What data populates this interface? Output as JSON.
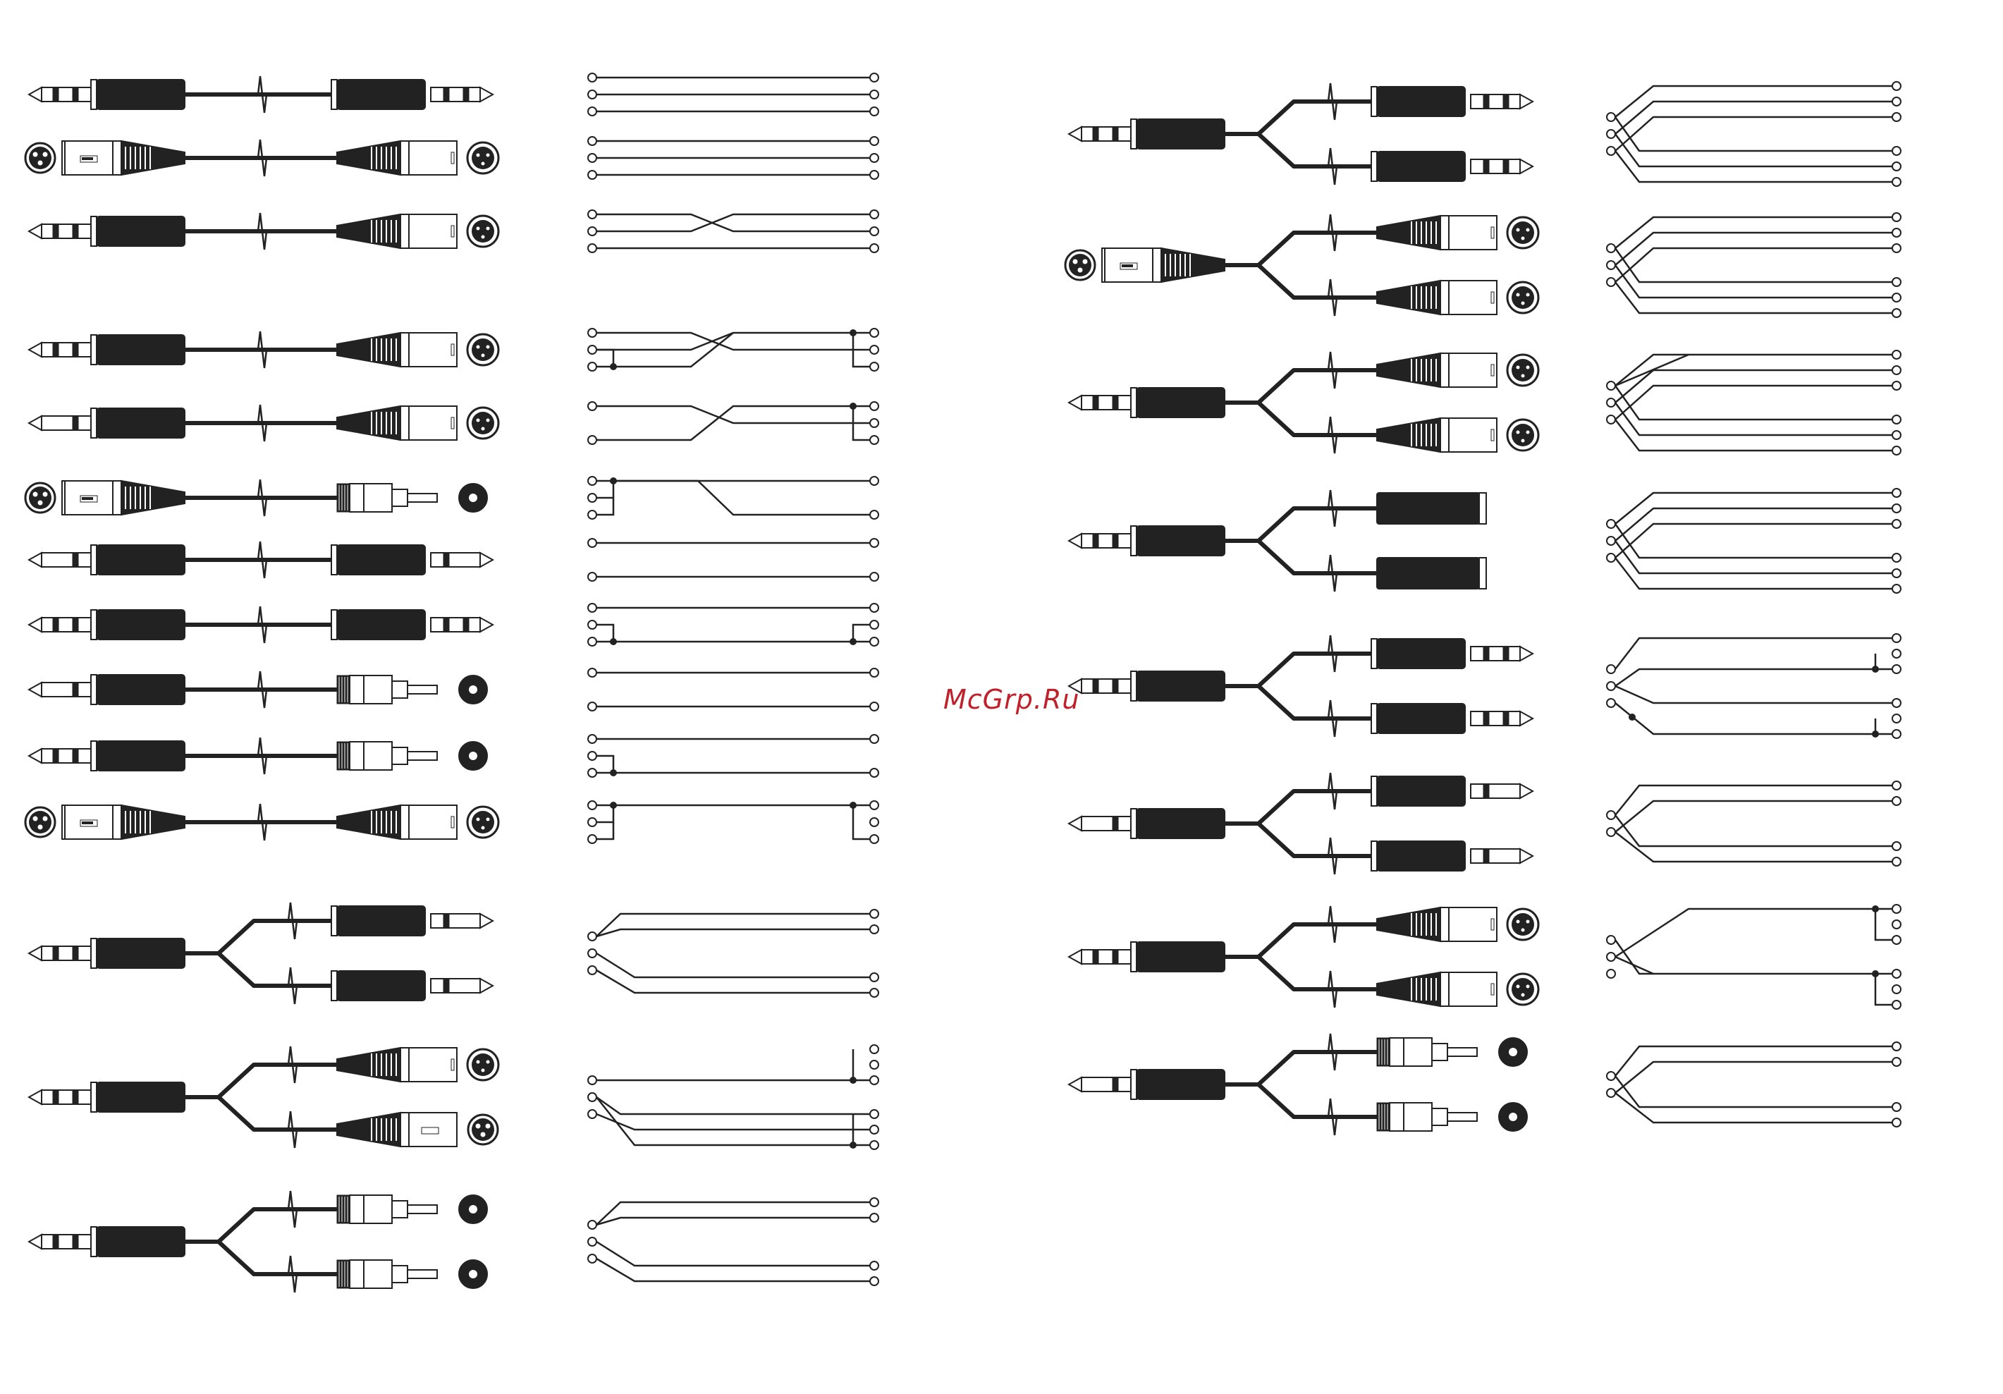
{
  "watermark": {
    "text": "McGrp.Ru",
    "color": "#c0202a"
  },
  "colors": {
    "ink": "#222222",
    "paper": "#ffffff"
  },
  "cables": [
    {
      "id": "s1",
      "layout": "straight",
      "src": "trs",
      "dst": "trs",
      "wiring": "straight3"
    },
    {
      "id": "s2",
      "layout": "straight",
      "src": "xlrf",
      "dst": "xlrm",
      "wiring": "straight3"
    },
    {
      "id": "s3",
      "layout": "straight",
      "src": "trs",
      "dst": "xlrm",
      "wiring": "cross3"
    },
    {
      "id": "s4",
      "layout": "straight",
      "src": "trs",
      "dst": "xlrm",
      "wiring": "crossBridge3"
    },
    {
      "id": "s5",
      "layout": "straight",
      "src": "ts",
      "dst": "xlrm",
      "wiring": "ts-cross3"
    },
    {
      "id": "s6",
      "layout": "straight",
      "src": "xlrf",
      "dst": "rca",
      "wiring": "xlr-rca"
    },
    {
      "id": "s7",
      "layout": "straight",
      "src": "ts",
      "dst": "ts",
      "wiring": "straight2"
    },
    {
      "id": "s8",
      "layout": "straight",
      "src": "trs",
      "dst": "trs",
      "wiring": "bridged3"
    },
    {
      "id": "s9",
      "layout": "straight",
      "src": "ts",
      "dst": "rca",
      "wiring": "straight2"
    },
    {
      "id": "s10",
      "layout": "straight",
      "src": "trs",
      "dst": "rca",
      "wiring": "trs-ts"
    },
    {
      "id": "s11",
      "layout": "straight",
      "src": "xlrf",
      "dst": "xlrm",
      "wiring": "bothBridged"
    },
    {
      "id": "y1",
      "layout": "y",
      "src": "trs",
      "dst": [
        "ts",
        "ts"
      ],
      "wiring": "y-split"
    },
    {
      "id": "y2",
      "layout": "y",
      "src": "trs",
      "dst": [
        "xlrm",
        "xlrf"
      ],
      "wiring": "y-split-bridged"
    },
    {
      "id": "y3",
      "layout": "y",
      "src": "trs",
      "dst": [
        "rca",
        "rca"
      ],
      "wiring": "y-split"
    },
    {
      "id": "y4",
      "layout": "y",
      "src": "trs",
      "dst": [
        "trs",
        "trs"
      ],
      "wiring": "y6"
    },
    {
      "id": "y5",
      "layout": "y",
      "src": "xlrf",
      "dst": [
        "xlrm",
        "xlrm"
      ],
      "wiring": "y6"
    },
    {
      "id": "y6",
      "layout": "y",
      "src": "trs",
      "dst": [
        "xlrm",
        "xlrm"
      ],
      "wiring": "y6b"
    },
    {
      "id": "y7",
      "layout": "y",
      "src": "trs",
      "dst": [
        "jack",
        "jack"
      ],
      "wiring": "y6"
    },
    {
      "id": "y8",
      "layout": "y",
      "src": "trs",
      "dst": [
        "trs",
        "trs"
      ],
      "wiring": "y6c"
    },
    {
      "id": "y9",
      "layout": "y",
      "src": "ts",
      "dst": [
        "ts",
        "ts"
      ],
      "wiring": "y4"
    },
    {
      "id": "y10",
      "layout": "y",
      "src": "trs",
      "dst": [
        "xlrm",
        "xlrm"
      ],
      "wiring": "y6d"
    },
    {
      "id": "y11",
      "layout": "y",
      "src": "ts",
      "dst": [
        "rca",
        "rca"
      ],
      "wiring": "y4"
    }
  ]
}
